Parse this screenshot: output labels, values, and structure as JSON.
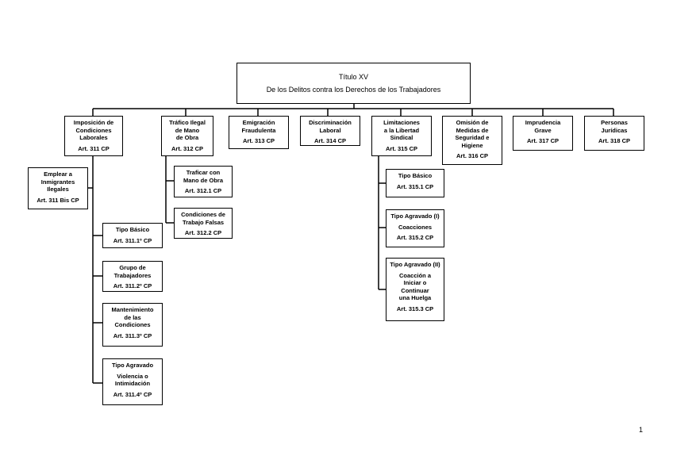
{
  "root": {
    "title": "Título XV",
    "subtitle": "De los Delitos contra los Derechos de los Trabajadores"
  },
  "level1": [
    {
      "id": "c1",
      "title": "Imposición de\nCondiciones\nLaborales",
      "art": "Art. 311 CP"
    },
    {
      "id": "c2",
      "title": "Tráfico Ilegal\nde Mano\nde Obra",
      "art": "Art. 312 CP"
    },
    {
      "id": "c3",
      "title": "Emigración\nFraudulenta",
      "art": "Art. 313 CP"
    },
    {
      "id": "c4",
      "title": "Discriminación\nLaboral",
      "art": "Art. 314 CP"
    },
    {
      "id": "c5",
      "title": "Limitaciones\na la Libertad\nSindical",
      "art": "Art. 315 CP"
    },
    {
      "id": "c6",
      "title": "Omisión de\nMedidas de\nSeguridad e\nHigiene",
      "art": "Art. 316 CP"
    },
    {
      "id": "c7",
      "title": "Imprudencia\nGrave",
      "art": "Art. 317 CP"
    },
    {
      "id": "c8",
      "title": "Personas\nJurídicas",
      "art": "Art. 318 CP"
    }
  ],
  "sub311bis": {
    "title": "Emplear a\nInmigrantes\nIlegales",
    "art": "Art. 311 Bis CP"
  },
  "sub311": [
    {
      "title": "Tipo Básico",
      "sub": "",
      "art": "Art. 311.1º CP"
    },
    {
      "title": "Grupo de\nTrabajadores",
      "sub": "",
      "art": "Art. 311.2º CP"
    },
    {
      "title": "Mantenimiento\nde las\nCondiciones",
      "sub": "",
      "art": "Art. 311.3º CP"
    },
    {
      "title": "Tipo Agravado",
      "sub": "Violencia o\nIntimidación",
      "art": "Art. 311.4º CP"
    }
  ],
  "sub312": [
    {
      "title": "Traficar con\nMano de Obra",
      "sub": "",
      "art": "Art. 312.1 CP"
    },
    {
      "title": "Condiciones de\nTrabajo Falsas",
      "sub": "",
      "art": "Art. 312.2 CP"
    }
  ],
  "sub315": [
    {
      "title": "Tipo Básico",
      "sub": "",
      "art": "Art. 315.1 CP"
    },
    {
      "title": "Tipo Agravado (I)",
      "sub": "Coacciones",
      "art": "Art. 315.2 CP"
    },
    {
      "title": "Tipo Agravado (II)",
      "sub": "Coacción a\nIniciar o\nContinuar\nuna Huelga",
      "art": "Art. 315.3 CP"
    }
  ],
  "page_number": "1"
}
